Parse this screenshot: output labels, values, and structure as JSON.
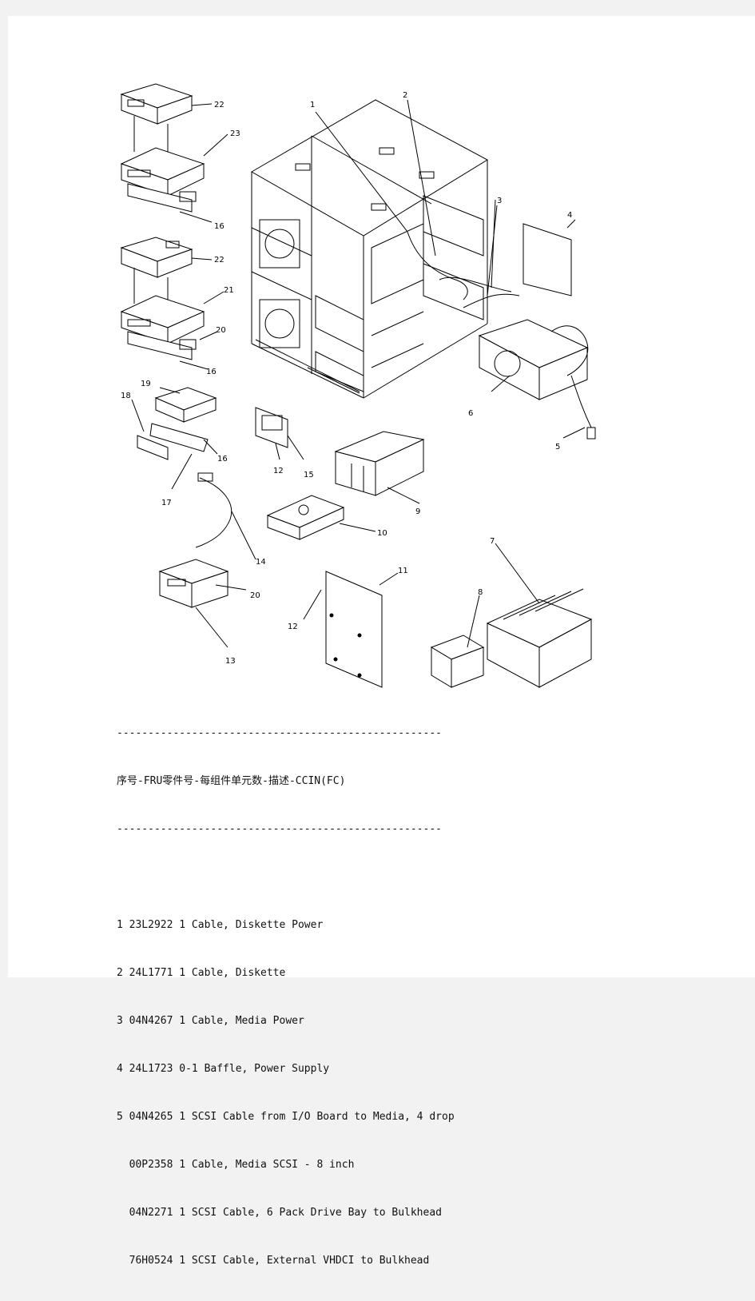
{
  "callouts": {
    "c1": "1",
    "c2": "2",
    "c3": "3",
    "c4": "4",
    "c5": "5",
    "c6": "6",
    "c7": "7",
    "c8": "8",
    "c9": "9",
    "c10": "10",
    "c11": "11",
    "c12a": "12",
    "c12b": "12",
    "c13": "13",
    "c14": "14",
    "c15": "15",
    "c16a": "16",
    "c16b": "16",
    "c16c": "16",
    "c17": "17",
    "c18": "18",
    "c19": "19",
    "c20a": "20",
    "c20b": "20",
    "c21": "21",
    "c22a": "22",
    "c22b": "22",
    "c23": "23"
  },
  "listing": {
    "rule": "----------------------------------------------------",
    "header": "序号-FRU零件号-每组件单元数-描述-CCIN(FC)",
    "rows": [
      "1 23L2922 1 Cable, Diskette Power",
      "2 24L1771 1 Cable, Diskette",
      "3 04N4267 1 Cable, Media Power",
      "4 24L1723 0-1 Baffle, Power Supply",
      "5 04N4265 1 SCSI Cable from I/O Board to Media, 4 drop",
      "  00P2358 1 Cable, Media SCSI - 8 inch",
      "  04N2271 1 SCSI Cable, 6 Pack Drive Bay to Bulkhead",
      "  76H0524 1 SCSI Cable, External VHDCI to Bulkhead"
    ]
  }
}
